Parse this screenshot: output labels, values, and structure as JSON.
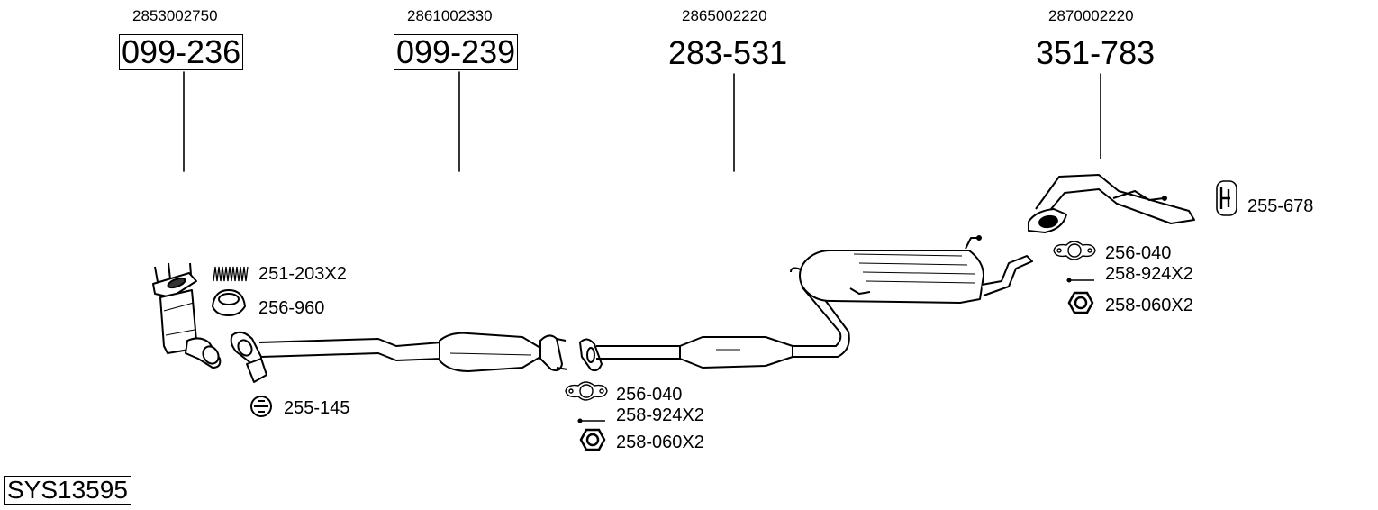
{
  "diagram": {
    "system_id": "SYS13595",
    "main_parts": [
      {
        "oe_number": "2853002750",
        "part_number": "099-236",
        "boxed": true
      },
      {
        "oe_number": "2861002330",
        "part_number": "099-239",
        "boxed": true
      },
      {
        "oe_number": "2865002220",
        "part_number": "283-531",
        "boxed": false
      },
      {
        "oe_number": "2870002220",
        "part_number": "351-783",
        "boxed": false
      }
    ],
    "accessories": {
      "front": [
        {
          "label": "251-203X2",
          "icon": "spring-icon"
        },
        {
          "label": "256-960",
          "icon": "sealing-ring-icon"
        },
        {
          "label": "255-145",
          "icon": "rubber-mount-icon"
        }
      ],
      "middle": [
        {
          "label": "256-040",
          "icon": "gasket-icon"
        },
        {
          "label": "258-924X2",
          "icon": "bolt-icon"
        },
        {
          "label": "258-060X2",
          "icon": "nut-icon"
        }
      ],
      "rear": [
        {
          "label": "255-678",
          "icon": "rubber-hanger-icon"
        },
        {
          "label": "256-040",
          "icon": "gasket-icon"
        },
        {
          "label": "258-924X2",
          "icon": "bolt-icon"
        },
        {
          "label": "258-060X2",
          "icon": "nut-icon"
        }
      ]
    }
  }
}
